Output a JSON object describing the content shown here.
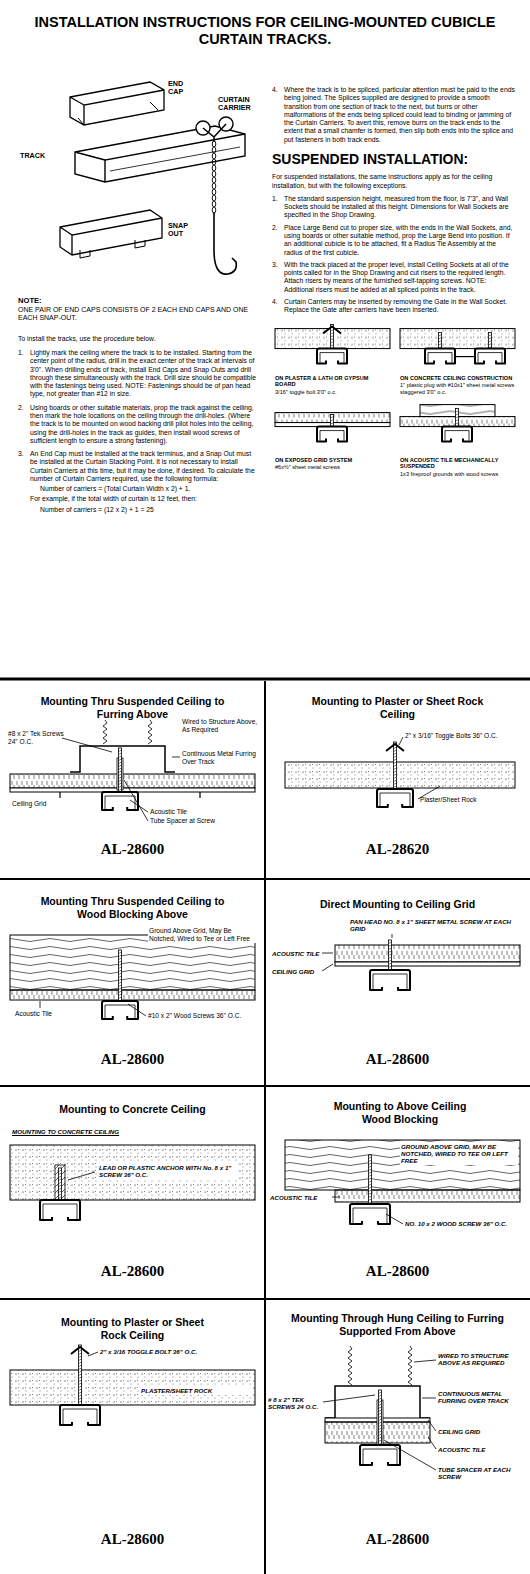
{
  "diagram": {
    "title": "INSTALLATION INSTRUCTIONS FOR CEILING-MOUNTED CUBICLE CURTAIN TRACKS.",
    "nodes": [
      {
        "text": [
          "Mounting Thru Suspended Ceiling to Furring Above",
          "Wired to Structure Above, As Required",
          "#8 x 2\" Tek Screws 24\" O.C.",
          "Continuous Metal Furring Over Track",
          "Acoustic Tile",
          "Tube Spacer at Screw",
          "Ceiling Grid",
          "AL-28600"
        ]
      },
      {
        "text": [
          "Mounting to Plaster or Sheet Rock Ceiling",
          "2\" x 3/16\" Toggle Bolts 36\" O.C.",
          "Plaster/Sheet Rock",
          "AL-28620"
        ]
      },
      {
        "text": [
          "Mounting Thru Suspended Ceiling to Wood Blocking Above",
          "Ground Above Grid, May Be Notched, Wired to Tee or Left Free",
          "Acoustic Tile",
          "#10 x 2\" Wood Screws 36\" O.C.",
          "AL-28600"
        ]
      },
      {
        "text": [
          "Direct Mounting to Ceiling Grid",
          "PAN HEAD NO. 8 x 1\" SHEET METAL SCREW AT EACH GRID",
          "ACOUSTIC TILE",
          "CEILING GRID",
          "AL-28600"
        ]
      },
      {
        "text": [
          "Mounting to Concrete Ceiling",
          "MOUNTING TO CONCRETE CEILING",
          "LEAD OR PLASTIC ANCHOR WITH No. 8 x 1\" SCREW 36\" O.C.",
          "AL-28600"
        ]
      },
      {
        "text": [
          "Mounting to Above Ceiling Wood Blocking",
          "GROUND ABOVE GRID, MAY BE NOTCHED, WIRED TO TEE OR LEFT FREE",
          "ACOUSTIC TILE",
          "NO. 10 x 2 WOOD SCREW 36\" O.C.",
          "AL-28600"
        ]
      },
      {
        "text": [
          "Mounting to Plaster or Sheet Rock Ceiling",
          "2\" x 3/16 TOGGLE BOLT 36\" O.C.",
          "PLASTER/SHEET ROCK",
          "AL-28600"
        ]
      },
      {
        "text": [
          "Mounting Through Hung Ceiling to Furring Supported From Above",
          "WIRED TO STRUCTURE ABOVE AS REQUIRED",
          "# 8 x 2\" TEK SCREWS 24 O.C.",
          "CONTINUOUS METAL FURRING OVER TRACK",
          "CEILING GRID",
          "ACOUSTIC TILE",
          "TUBE SPACER AT EACH SCREW",
          "AL-28600"
        ]
      }
    ],
    "labels": [
      "END CAP",
      "CURTAIN CARRIER",
      "TRACK",
      "SNAP OUT",
      "NOTE:",
      "ONE PAIR OF END CAPS CONSISTS OF 2 EACH END CAPS AND ONE EACH SNAP-OUT.",
      "To install the tracks, use the procedure below.",
      "1.",
      "Lightly mark the ceiling where the track is to be installed. Starting from the center point of the radius, drill in the exact center of the track at intervals of 3'0\". When drilling ends of track, install End Caps and Snap Outs and drill through these simultaneously with the track. Drill size should be compatible with the fastenings being used. NOTE: Fastenings should be of pan head type, not greater than #12 in size.",
      "2.",
      "Using boards or other suitable materials, prop the track against the ceiling, then mark the hole locations on the ceiling through the drill-holes. (Where the track is to be mounted on wood backing drill pilot holes into the ceiling, using the drill-holes in the track as guides, then install wood screws of sufficient length to ensure a strong fastening).",
      "3.",
      "An End Cap must be installed at the track terminus, and a Snap Out must be installed at the Curtain Stacking Point. It is not necessary to install Curtain Carriers at this time, but it may be done, if desired. To calculate the number of Curtain Carriers required, use the following formula:",
      "Number of carriers = (Total Curtain Width x 2) + 1.",
      "For example, if the total width of curtain is 12 feet, then:",
      "Number of carriers = (12 x 2) + 1 = 25",
      "4.",
      "Where the track is to be spliced, particular attention must be paid to the ends being joined. The Splices supplied are designed to provide a smooth transition from one section of track to the next, but burrs or other malformations of the ends being spliced could lead to binding or jamming of the Curtain Carriers. To avert this, remove burrs on the track ends to the extent that a small chamfer is formed, then slip both ends into the splice and put fasteners in both track ends.",
      "SUSPENDED INSTALLATION:",
      "For suspended installations, the same instructions apply as for the ceiling installation, but with the following exceptions.",
      "1.",
      "The standard suspension height, measured from the floor, is 7'3\", and Wall Sockets should be installed at this height. Dimensions for Wall Sockets are specified in the Shop Drawing.",
      "2.",
      "Place Large Bend cut to proper size, with the ends in the Wall Sockets, and, using boards or other suitable method, prop the Large Bend into position. If an additional cubicle is to be attached, fit a Radius Tie Assembly at the radius of the first cubicle.",
      "3.",
      "With the track placed at the proper level, install Ceiling Sockets at all of the points called for in the Shop Drawing and cut risers to the required length. Attach risers by means of the furnished self-tapping screws. NOTE: Additional risers must be added at all spliced points in the track.",
      "4.",
      "Curtain Carriers may be inserted by removing the Gate in the Wall Socket. Replace the Gate after carriers have been inserted.",
      "ON PLASTER & LATH OR GYPSUM BOARD",
      "3/16\" toggle bolt 3'0\" o.c.",
      "ON CONCRETE CEILING CONSTRUCTION",
      "1\" plastic plug with #10x1\" sheet metal screws staggered 3'0\" o.c.",
      "ON EXPOSED GRID SYSTEM",
      "#6x½\" sheet metal screws",
      "ON ACOUSTIC TILE MECHANICALLY SUSPENDED",
      "1x3 fireproof grounds with wood screws"
    ]
  }
}
